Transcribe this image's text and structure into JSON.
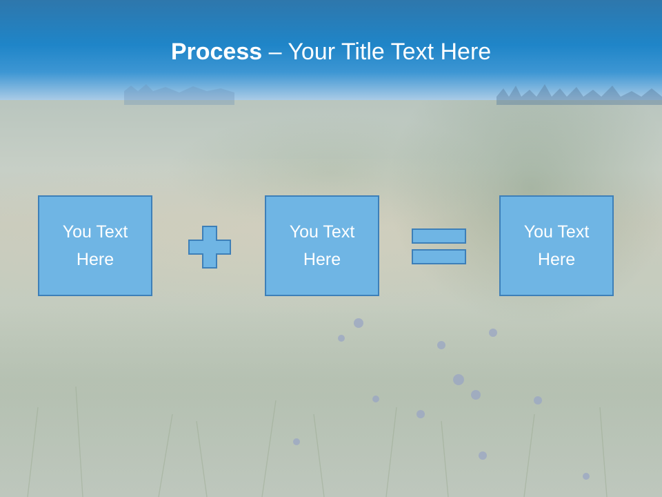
{
  "slide": {
    "title_bold": "Process",
    "title_rest": " – Your Title Text Here",
    "boxes": [
      {
        "text": "You Text Here"
      },
      {
        "text": "You Text Here"
      },
      {
        "text": "You Text Here"
      }
    ],
    "operators": [
      "plus-icon",
      "equals-icon"
    ]
  },
  "colors": {
    "header_blue": "#1f85c8",
    "box_fill": "#6fb5e4",
    "box_border": "#3d7fb8",
    "text": "#ffffff"
  }
}
